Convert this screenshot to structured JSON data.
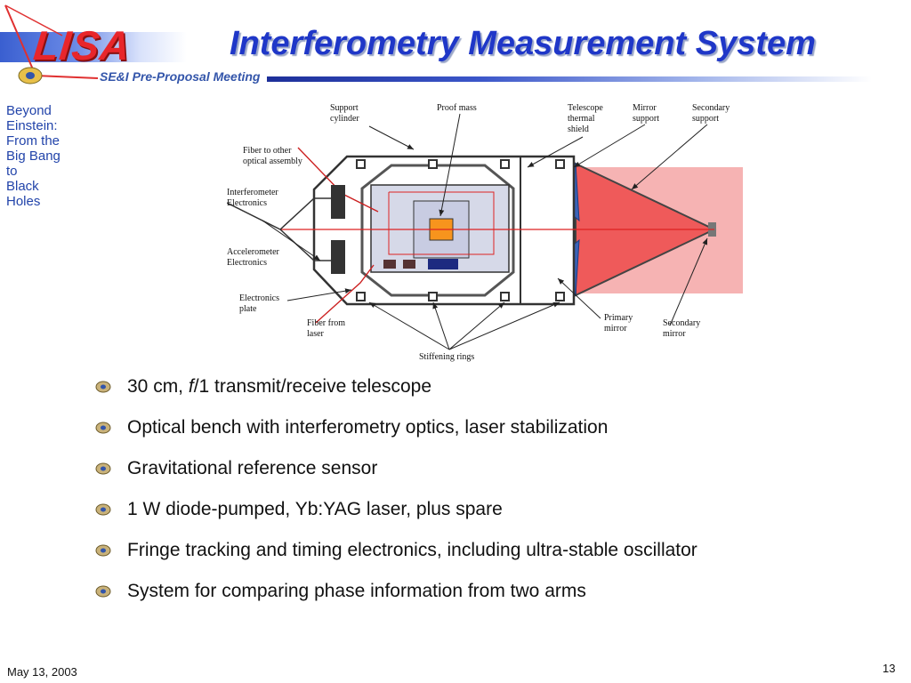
{
  "header": {
    "logo_text": "LISA",
    "subtitle": "SE&I Pre-Proposal Meeting",
    "title": "Interferometry Measurement System"
  },
  "sidebar": {
    "lines": [
      "Beyond",
      "Einstein:",
      "From the",
      "Big Bang",
      "to",
      "Black",
      "Holes"
    ]
  },
  "diagram": {
    "labels": {
      "support_cylinder_1": "Support",
      "support_cylinder_2": "cylinder",
      "proof_mass": "Proof mass",
      "telescope_1": "Telescope",
      "telescope_2": "thermal",
      "telescope_3": "shield",
      "mirror_support_1": "Mirror",
      "mirror_support_2": "support",
      "secondary_support_1": "Secondary",
      "secondary_support_2": "support",
      "fiber_other_1": "Fiber to other",
      "fiber_other_2": "optical assembly",
      "interf_elec_1": "Interferometer",
      "interf_elec_2": "Electronics",
      "accel_elec_1": "Accelerometer",
      "accel_elec_2": "Electronics",
      "elec_plate_1": "Electronics",
      "elec_plate_2": "plate",
      "fiber_laser_1": "Fiber from",
      "fiber_laser_2": "laser",
      "primary_mirror_1": "Primary",
      "primary_mirror_2": "mirror",
      "secondary_mirror_1": "Secondary",
      "secondary_mirror_2": "mirror",
      "stiffening_rings": "Stiffening rings"
    }
  },
  "bullets": {
    "b1_prefix": "30 cm, ",
    "b1_italic": "f",
    "b1_suffix": "/1 transmit/receive telescope",
    "b2": "Optical bench with interferometry optics, laser stabilization",
    "b3": "Gravitational reference sensor",
    "b4": "1 W diode-pumped, Yb:YAG laser, plus spare",
    "b5": "Fringe tracking and timing electronics, including ultra-stable oscillator",
    "b6": "System for comparing phase information from two arms"
  },
  "footer": {
    "date": "May 13, 2003",
    "page": "13"
  },
  "colors": {
    "title_blue": "#1f37c8",
    "logo_red": "#e8262b",
    "sidebar_blue": "#2244aa",
    "beam_red": "#ef5a5a",
    "mirror_blue": "#3a63b8"
  }
}
